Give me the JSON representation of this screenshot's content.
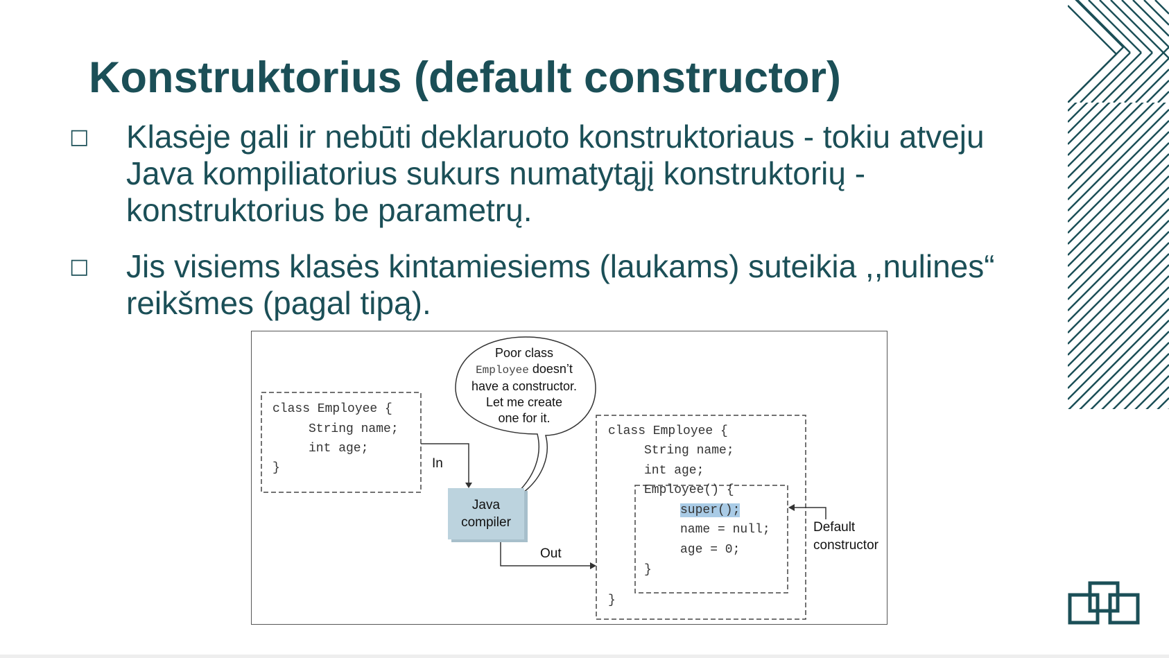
{
  "slide": {
    "title": "Konstruktorius (default constructor)",
    "bullets": [
      {
        "marker": "□",
        "text": "Klasėje gali ir nebūti deklaruoto konstruktoriaus - tokiu atveju\nJava kompiliatorius sukurs numatytąjį konstruktorių -\nkonstruktorius be parametrų."
      },
      {
        "marker": "□",
        "text": "Jis visiems klasės kintamiesiems (laukams) suteikia ,,nulines“\nreikšmes (pagal tipą)."
      }
    ]
  },
  "diagram": {
    "left_code": {
      "line1": "class Employee {",
      "line2": "String name;",
      "line3": "int age;",
      "line4": "}"
    },
    "in_label": "In",
    "out_label": "Out",
    "compiler_line1": "Java",
    "compiler_line2": "compiler",
    "bubble": {
      "line1": "Poor class",
      "line2_code": "Employee",
      "line2_text": "doesn’t",
      "line3": "have a constructor.",
      "line4": "Let me create",
      "line5": "one for it."
    },
    "right_code": {
      "line1": "class Employee {",
      "line2": "String name;",
      "line3": "int age;",
      "line4": "Employee() {",
      "line5": "super();",
      "line6": "name = null;",
      "line7": "age = 0;",
      "line8": "}",
      "line9": "}"
    },
    "default_label_1": "Default",
    "default_label_2": "constructor"
  },
  "colors": {
    "title": "#1b4f57",
    "text": "#1b4f57",
    "accent_stripes": "#1b4f57",
    "compiler_box": "#bcd3de",
    "highlight": "#a9cbe6"
  },
  "icons": {
    "bullet": "square-outline-icon",
    "logo": "squares-logo-icon",
    "decoration": "diagonal-stripes-icon"
  }
}
